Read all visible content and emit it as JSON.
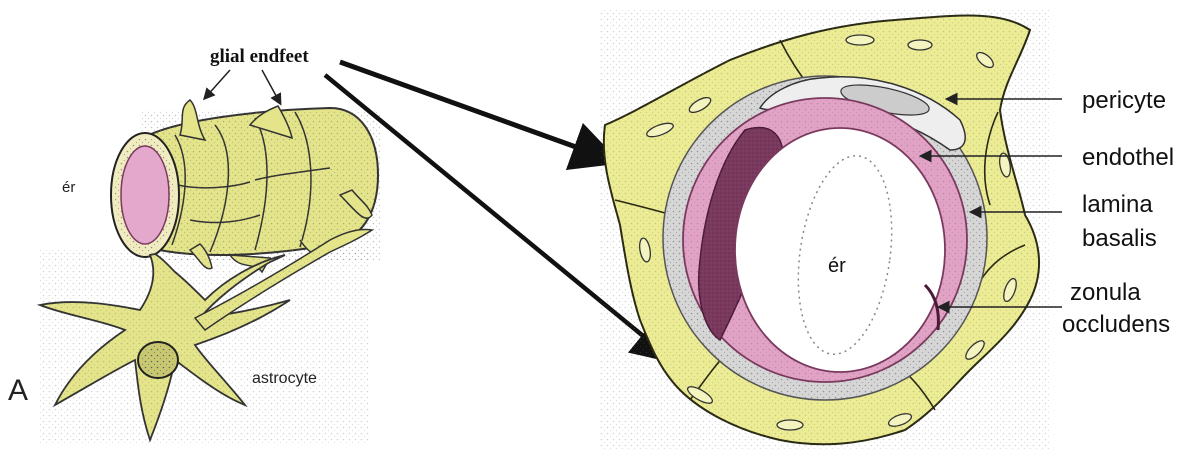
{
  "panel_letter": "A",
  "labels": {
    "glial_endfeet": "glial endfeet",
    "er_left": "ér",
    "astrocyte": "astrocyte",
    "er_right": "ér",
    "pericyte": "pericyte",
    "endothel": "endothel",
    "lamina_line1": "lamina",
    "lamina_line2": "basalis",
    "zonula_line1": "zonula",
    "zonula_line2": "occludens"
  },
  "colors": {
    "glia_yellow": "#ecec94",
    "glia_outline": "#2a2a14",
    "endothel_pink": "#e2a2c6",
    "endothel_dark": "#7a3a5e",
    "lumen_pink": "#e8a6cc",
    "pericyte_gray": "#ececec",
    "basalis_gray": "#d8d8d8"
  },
  "icons": {
    "pointer_arrow": "arrow-icon"
  }
}
